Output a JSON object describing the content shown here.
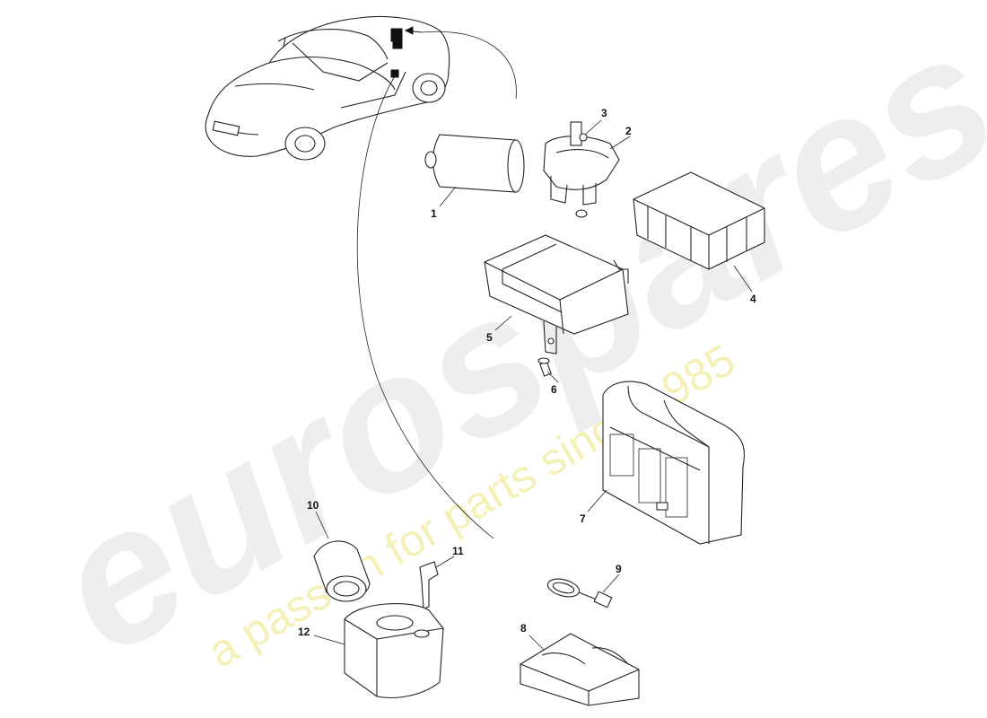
{
  "watermark": {
    "brand": "eurospares",
    "tagline": "a passion for parts since 1985"
  },
  "parts": [
    {
      "number": "1"
    },
    {
      "number": "2"
    },
    {
      "number": "3"
    },
    {
      "number": "4"
    },
    {
      "number": "5"
    },
    {
      "number": "6"
    },
    {
      "number": "7"
    },
    {
      "number": "8"
    },
    {
      "number": "9"
    },
    {
      "number": "10"
    },
    {
      "number": "11"
    },
    {
      "number": "12"
    }
  ]
}
